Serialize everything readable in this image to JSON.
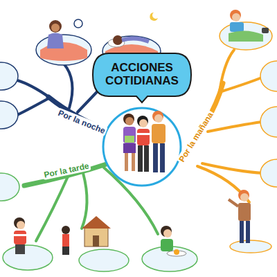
{
  "diagram": {
    "nodes": [
      {
        "text": [
          "ACCIONES COTIDIANAS"
        ]
      }
    ],
    "labels": [
      "Por la noche",
      "Por la tarde",
      "Por la mañana"
    ]
  }
}
